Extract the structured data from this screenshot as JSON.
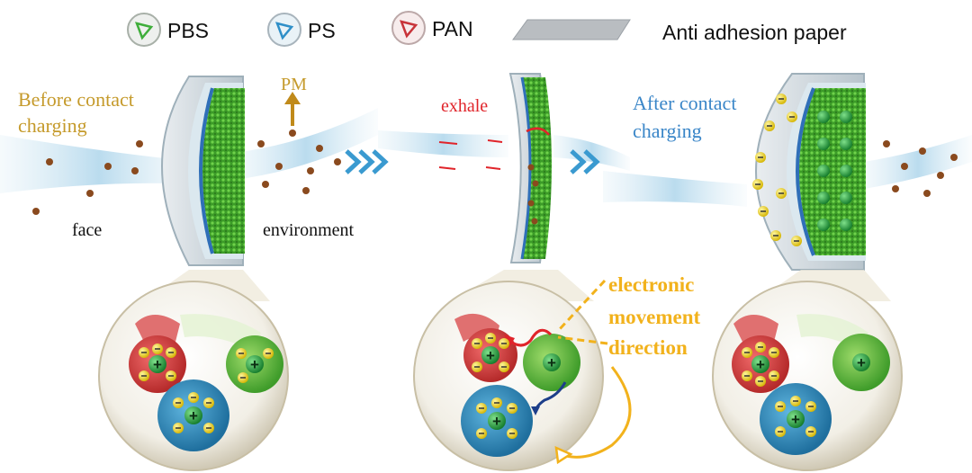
{
  "legend": {
    "items": [
      {
        "label": "PBS",
        "color": "#3fae3b"
      },
      {
        "label": "PS",
        "color": "#2f8fc8"
      },
      {
        "label": "PAN",
        "color": "#c8343a"
      },
      {
        "label": "Anti adhesion paper",
        "color": "#9aa0a6"
      }
    ]
  },
  "panel_before": {
    "title_line1": "Before contact",
    "title_line2": "charging",
    "pm_label": "PM",
    "face_label": "face",
    "environment_label": "environment"
  },
  "panel_middle": {
    "exhale_label": "exhale",
    "annotation_line1": "electronic",
    "annotation_line2": "movement",
    "annotation_line3": "direction"
  },
  "panel_after": {
    "title_line1": "After contact",
    "title_line2": "charging"
  },
  "symbols": {
    "plus": "+",
    "minus": "−"
  },
  "colors": {
    "before_title": "#c59a2b",
    "after_title": "#3a86c8",
    "exhale": "#e0242a",
    "annotation": "#f2b21c",
    "pbs_green": "#4cae3a",
    "ps_blue": "#2f8fc8",
    "pan_red": "#d23a3a",
    "particle": "#8a4a1e"
  }
}
